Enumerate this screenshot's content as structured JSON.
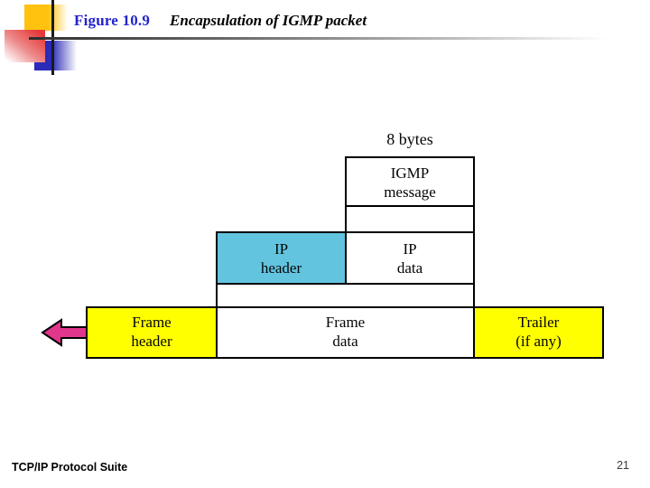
{
  "slide": {
    "title": {
      "figure_label": "Figure 10.9",
      "figure_caption": "Encapsulation of IGMP packet"
    },
    "diagram": {
      "size_label": "8 bytes",
      "igmp_message": {
        "line1": "IGMP",
        "line2": "message"
      },
      "ip_header": {
        "line1": "IP",
        "line2": "header"
      },
      "ip_data": {
        "line1": "IP",
        "line2": "data"
      },
      "frame_header": {
        "line1": "Frame",
        "line2": "header"
      },
      "frame_data": {
        "line1": "Frame",
        "line2": "data"
      },
      "trailer": {
        "line1": "Trailer",
        "line2": "(if any)"
      },
      "colors": {
        "ip_header_fill": "#62C4DF",
        "frame_fill": "#FFFF00",
        "arrow_fill": "#E0368C",
        "figure_label_color": "#2323CC"
      }
    },
    "footer": {
      "left": "TCP/IP Protocol Suite",
      "page_number": "21"
    }
  }
}
